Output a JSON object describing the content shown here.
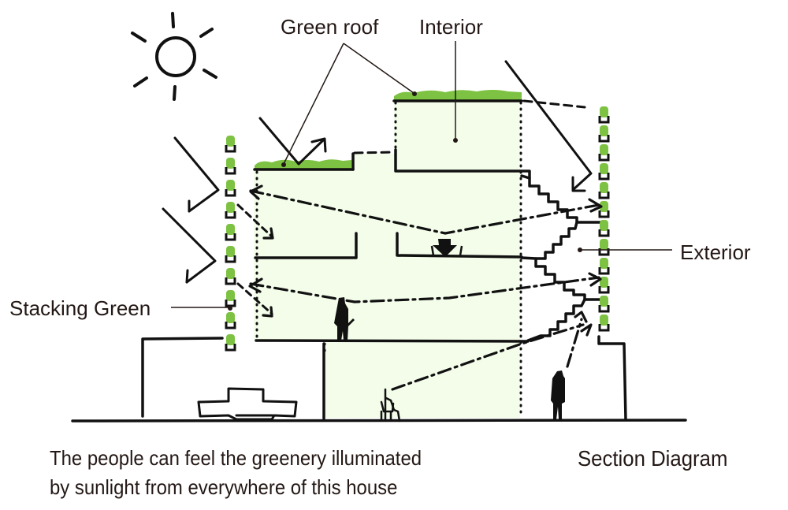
{
  "diagram": {
    "title": "Section Diagram",
    "caption_lines": [
      "The people can feel the greenery illuminated",
      "by sunlight from everywhere of this house"
    ],
    "labels": {
      "green_roof": "Green roof",
      "interior": "Interior",
      "exterior": "Exterior",
      "stacking_green": "Stacking Green"
    },
    "colors": {
      "ink": "#111111",
      "label_text": "#231815",
      "greenery": "#7dc242",
      "interior_fill": "#f3fdea",
      "background": "#ffffff"
    },
    "icons": [
      "sun-icon",
      "car-icon",
      "person-standing-icon",
      "person-seated-icon",
      "plant-icon"
    ]
  }
}
